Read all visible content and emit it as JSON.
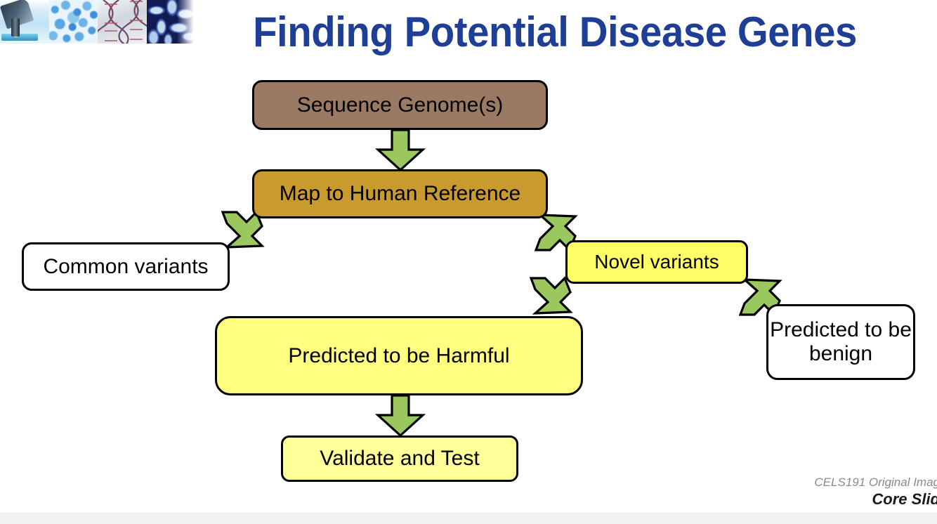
{
  "slide": {
    "title": "Finding Potential Disease Genes",
    "title_color": "#1f3f96",
    "background_color": "#ffffff"
  },
  "banner": {
    "name": "science-banner-strip",
    "panels": [
      {
        "icon": "microscope-image",
        "label": "Microscope"
      },
      {
        "icon": "stained-cells-image",
        "label": "Stained cells"
      },
      {
        "icon": "dna-helix-image",
        "label": "DNA double helix"
      },
      {
        "icon": "bacteria-image",
        "label": "Bacteria"
      }
    ]
  },
  "flowchart": {
    "type": "flowchart",
    "nodes": [
      {
        "id": "sequence",
        "label": "Sequence Genome(s)",
        "fill": "#9b7a63",
        "text_color": "#000000"
      },
      {
        "id": "map",
        "label": "Map to Human Reference",
        "fill": "#c99a2e",
        "text_color": "#000000"
      },
      {
        "id": "common",
        "label": "Common variants",
        "fill": "#ffffff",
        "text_color": "#000000"
      },
      {
        "id": "novel",
        "label": "Novel variants",
        "fill": "#ffff66",
        "text_color": "#000000"
      },
      {
        "id": "harmful",
        "label": "Predicted to be Harmful",
        "fill": "#ffff80",
        "text_color": "#000000"
      },
      {
        "id": "benign",
        "label": "Predicted to be benign",
        "fill": "#ffffff",
        "text_color": "#000000"
      },
      {
        "id": "validate",
        "label": "Validate and Test",
        "fill": "#ffff99",
        "text_color": "#000000"
      }
    ],
    "edges": [
      {
        "from": "sequence",
        "to": "map",
        "direction": "down",
        "color": "#9bc85e"
      },
      {
        "from": "map",
        "to": "common",
        "direction": "down-left",
        "color": "#9bc85e"
      },
      {
        "from": "map",
        "to": "novel",
        "direction": "down-right",
        "color": "#9bc85e"
      },
      {
        "from": "novel",
        "to": "harmful",
        "direction": "down-left",
        "color": "#9bc85e"
      },
      {
        "from": "novel",
        "to": "benign",
        "direction": "down-right",
        "color": "#9bc85e"
      },
      {
        "from": "harmful",
        "to": "validate",
        "direction": "down",
        "color": "#9bc85e"
      }
    ],
    "arrow_color": "#9bc85e",
    "arrow_outline_color": "#000000"
  },
  "footer": {
    "credit": "CELS191 Original Imag",
    "source": "Core Slid"
  }
}
